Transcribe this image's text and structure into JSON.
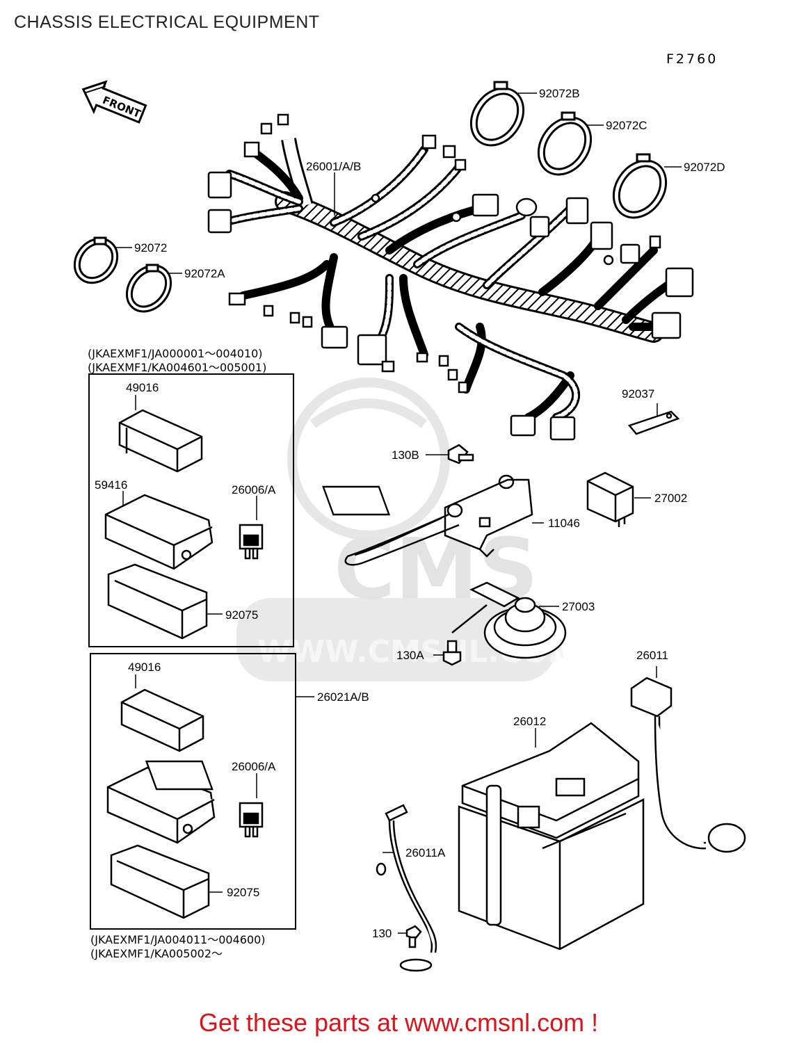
{
  "header": {
    "title": "CHASSIS ELECTRICAL EQUIPMENT",
    "figure_code": "F2760"
  },
  "orientation": {
    "front_label": "FRONT"
  },
  "watermark": {
    "brand": "CMS",
    "url": "WWW.CMSNL.COM"
  },
  "parts": {
    "harness": "26001/A/B",
    "band_b": "92072B",
    "band_c": "92072C",
    "band_d": "92072D",
    "band": "92072",
    "band_a": "92072A",
    "cover_top": "49016",
    "junction_top": "59416",
    "fuse_top": "26006/A",
    "case_top": "92075",
    "cover_bottom": "49016",
    "fuse_bottom": "26006/A",
    "junction_bottom_assy": "26021A/B",
    "case_bottom": "92075",
    "clamp": "92037",
    "bolt_b": "130B",
    "bracket": "11046",
    "relay": "27002",
    "horn": "27003",
    "bolt_a": "130A",
    "cable_positive": "26011",
    "battery": "26012",
    "cable_negative": "26011A",
    "bolt": "130"
  },
  "serial_ranges": {
    "top_line1": "(JKAEXMF1∕JA000001～004010)",
    "top_line2": "(JKAEXMF1∕KA004601～005001)",
    "bottom_line1": "(JKAEXMF1∕JA004011～004600)",
    "bottom_line2": "(JKAEXMF1∕KA005002～"
  },
  "footer": {
    "text": "Get these parts at www.cmsnl.com !",
    "color": "#d9141a"
  }
}
